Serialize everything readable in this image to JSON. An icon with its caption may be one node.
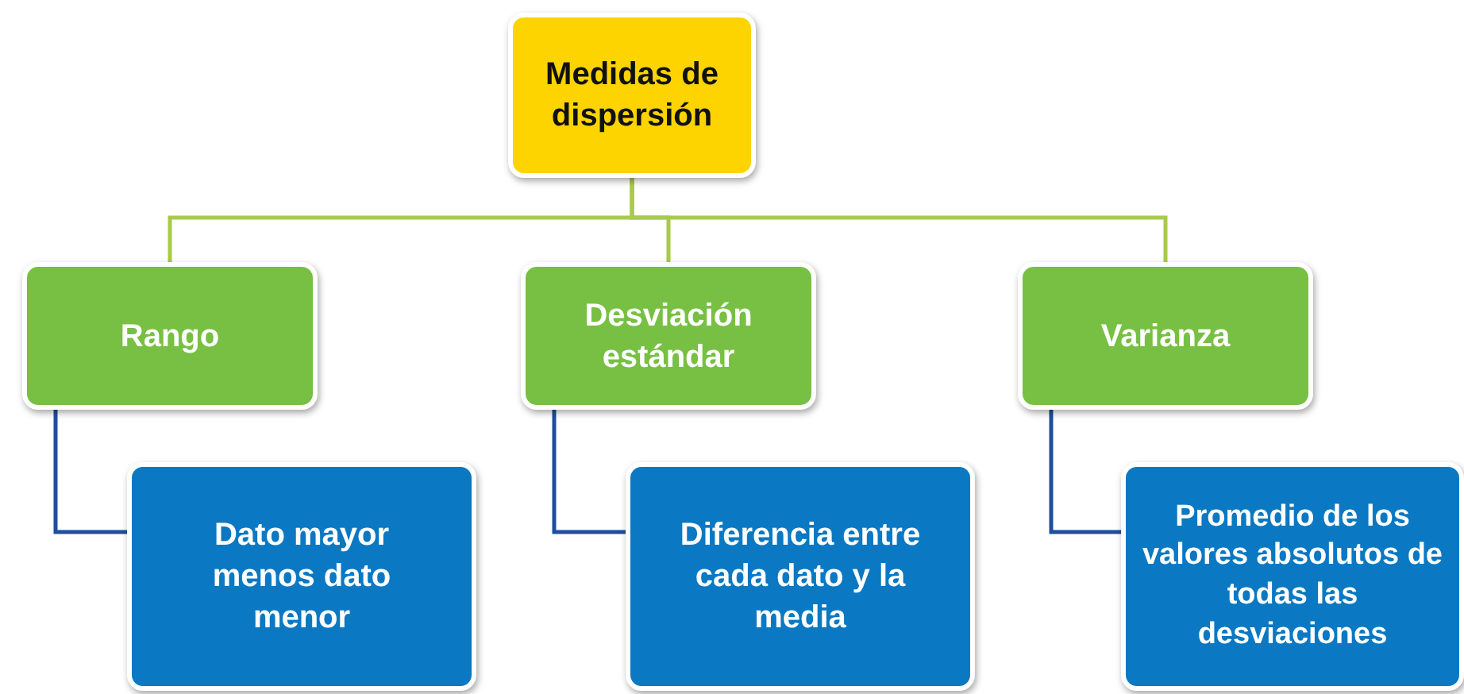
{
  "diagram": {
    "nodes": [
      {
        "text": [
          "Medidas de dispersión"
        ]
      },
      {
        "text": [
          "Rango"
        ]
      },
      {
        "text": [
          "Desviación estándar"
        ]
      },
      {
        "text": [
          "Varianza"
        ]
      },
      {
        "text": [
          "Dato mayor menos dato menor"
        ]
      },
      {
        "text": [
          "Diferencia entre cada dato y la media"
        ]
      },
      {
        "text": [
          "Promedio de los valores absolutos de todas las desviaciones"
        ]
      }
    ],
    "edges": [
      {
        "from": 0,
        "to": 1,
        "arrow": "none"
      },
      {
        "from": 0,
        "to": 2,
        "arrow": "none"
      },
      {
        "from": 0,
        "to": 3,
        "arrow": "none"
      },
      {
        "from": 1,
        "to": 4,
        "arrow": "none",
        "color": "#1f4f9c"
      },
      {
        "from": 2,
        "to": 5,
        "arrow": "none",
        "color": "#1f4f9c"
      },
      {
        "from": 3,
        "to": 6,
        "arrow": "none",
        "color": "#1f4f9c"
      }
    ]
  }
}
